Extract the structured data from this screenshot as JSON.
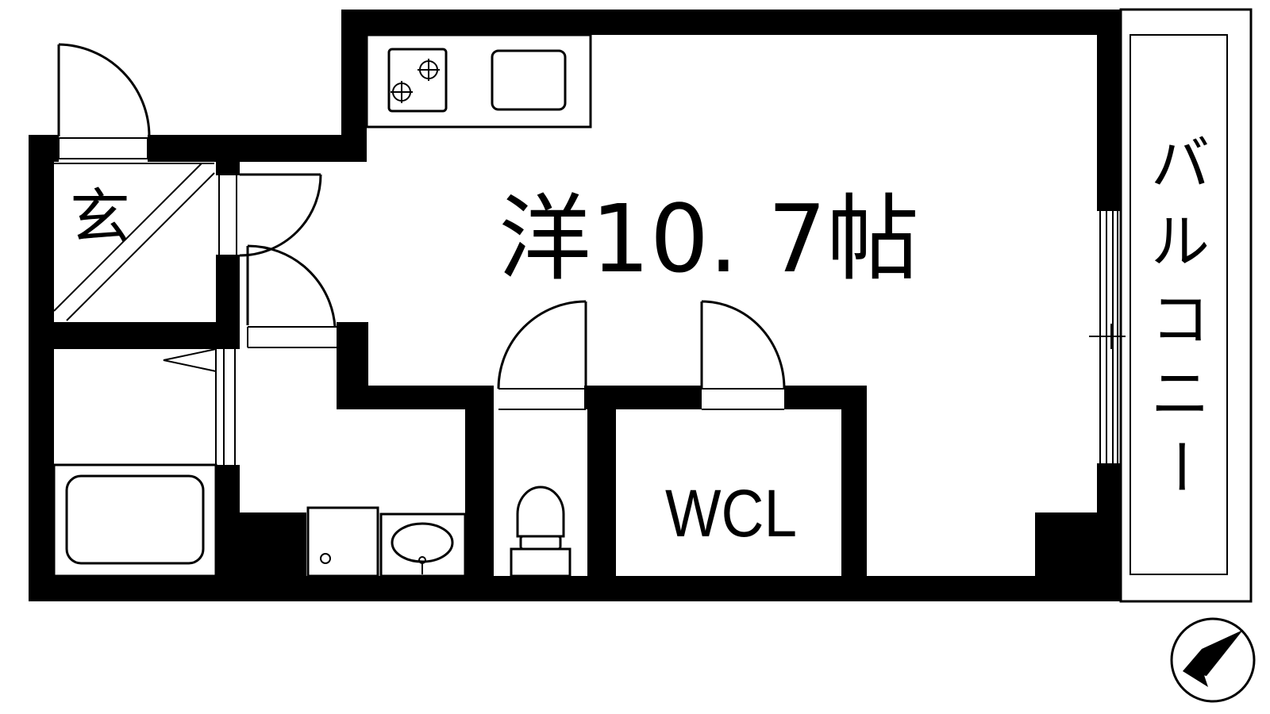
{
  "floor_plan": {
    "rooms": {
      "main": "洋10. 7帖",
      "entrance": "玄",
      "closet": "WCL"
    },
    "balcony": {
      "label": [
        "バ",
        "ル",
        "コ",
        "ニ",
        "ー"
      ]
    },
    "compass": {
      "icon": "north-arrow-icon",
      "direction": "northeast"
    },
    "colors": {
      "walls": "#000000",
      "background": "#ffffff"
    }
  }
}
